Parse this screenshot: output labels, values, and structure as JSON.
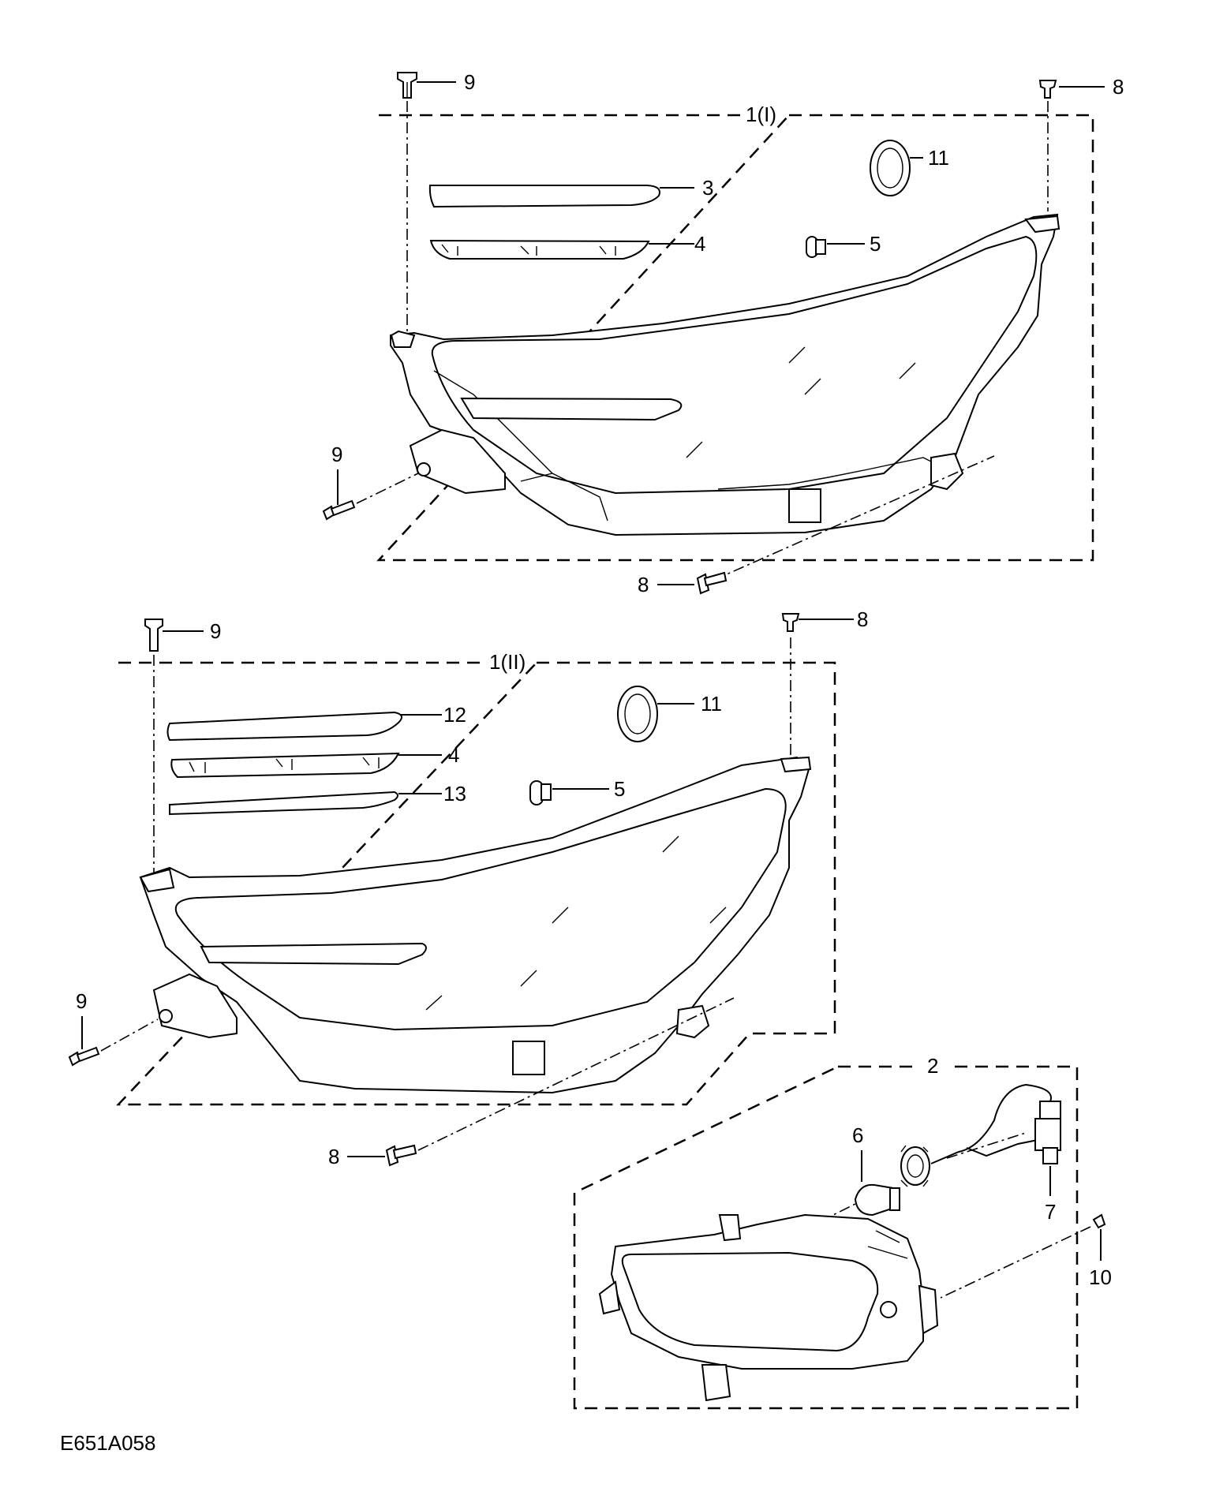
{
  "diagram": {
    "code": "E651A058",
    "groups": {
      "lh_headlamp": "1(I)",
      "rh_headlamp": "1(II)",
      "fog_lamp": "2"
    },
    "callouts": {
      "top": {
        "c9": "9",
        "c8": "8",
        "c11": "11",
        "c3": "3",
        "c4": "4",
        "c5": "5",
        "c9_side": "9",
        "c8_bottom": "8"
      },
      "middle": {
        "c9": "9",
        "c8": "8",
        "c11": "11",
        "c12": "12",
        "c4": "4",
        "c13": "13",
        "c5": "5",
        "c9_side": "9",
        "c8_bottom": "8"
      },
      "fog": {
        "c6": "6",
        "c7": "7",
        "c10": "10"
      }
    }
  }
}
